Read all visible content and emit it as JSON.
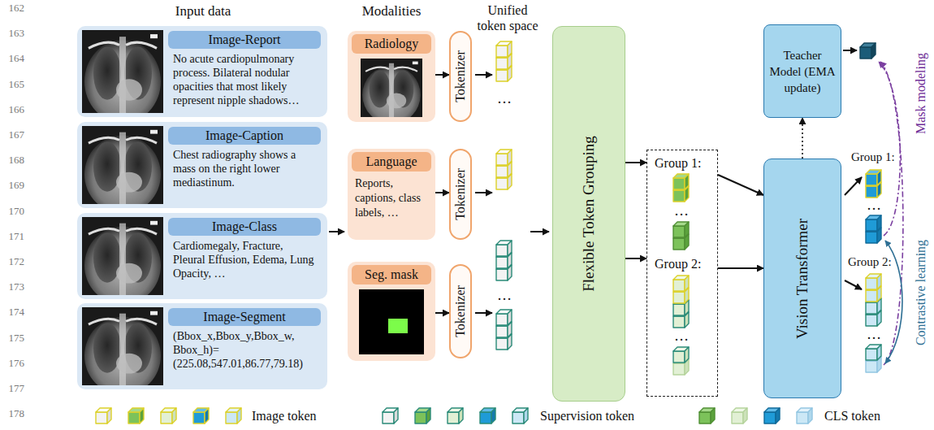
{
  "diagram": {
    "nodes": [
      {
        "text": [
          "Image-Report",
          "No acute cardiopulmonary process. Bilateral nodular opacities that most likely represent nipple shadows…"
        ]
      },
      {
        "text": [
          "Image-Caption",
          "Chest radiography shows a mass on the right lower mediastinum."
        ]
      },
      {
        "text": [
          "Image-Class",
          "Cardiomegaly, Fracture, Pleural Effusion, Edema, Lung Opacity, …"
        ]
      },
      {
        "text": [
          "Image-Segment",
          "(Bbox_x,Bbox_y,Bbox_w, Bbox_h)=(225.08,547.01,86.77,79.18)"
        ]
      },
      {
        "text": [
          "Radiology"
        ]
      },
      {
        "text": [
          "Language",
          "Reports, captions, class labels, …"
        ]
      },
      {
        "text": [
          "Seg. mask"
        ]
      },
      {
        "text": [
          "Tokenizer"
        ]
      },
      {
        "text": [
          "Tokenizer"
        ]
      },
      {
        "text": [
          "Tokenizer"
        ]
      },
      {
        "text": [
          "Flexible Token Grouping"
        ]
      },
      {
        "text": [
          "Group 1:",
          "Group 2:"
        ]
      },
      {
        "text": [
          "Teacher Model (EMA update)"
        ]
      },
      {
        "text": [
          "Vision Transformer"
        ]
      }
    ],
    "edges": [
      {
        "from": 4,
        "to": 7,
        "arrow": "to"
      },
      {
        "from": 5,
        "to": 8,
        "arrow": "to"
      },
      {
        "from": 6,
        "to": 9,
        "arrow": "to"
      },
      {
        "from": 10,
        "to": 11,
        "arrow": "to"
      },
      {
        "from": 10,
        "to": 11,
        "arrow": "to"
      },
      {
        "from": 11,
        "to": 13,
        "arrow": "to"
      },
      {
        "from": 11,
        "to": 13,
        "arrow": "to"
      },
      {
        "from": 13,
        "to": 12,
        "arrow": "to"
      }
    ],
    "labels": [
      "162",
      "163",
      "164",
      "165",
      "166",
      "167",
      "168",
      "169",
      "170",
      "171",
      "172",
      "173",
      "174",
      "175",
      "176",
      "177",
      "178",
      "Input data",
      "Modalities",
      "Unified token space",
      "…",
      "…",
      "…",
      "…",
      "Group 1:",
      "…",
      "Group 2:",
      "…",
      "Mask modeling",
      "Contrastive learning"
    ],
    "legend": [
      {
        "text": "Image token"
      },
      {
        "text": "Supervision token"
      },
      {
        "text": "CLS token"
      }
    ]
  }
}
